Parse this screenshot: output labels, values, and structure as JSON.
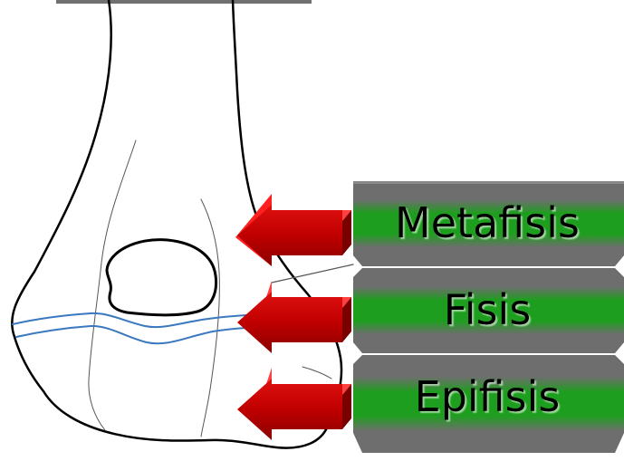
{
  "labels": [
    {
      "id": "metafisis",
      "text": "Metafisis"
    },
    {
      "id": "fisis",
      "text": "Fisis"
    },
    {
      "id": "epifisis",
      "text": "Epifisis"
    }
  ],
  "colors": {
    "bone_outline": "#000000",
    "growth_plate_line": "#3a78c0",
    "arrow_face": "#c00000",
    "arrow_dark": "#800000",
    "arrow_light": "#ff3030",
    "box_green": "#1aa31a",
    "box_grey": "#707070",
    "box_grey_light": "#9a9a9a"
  }
}
